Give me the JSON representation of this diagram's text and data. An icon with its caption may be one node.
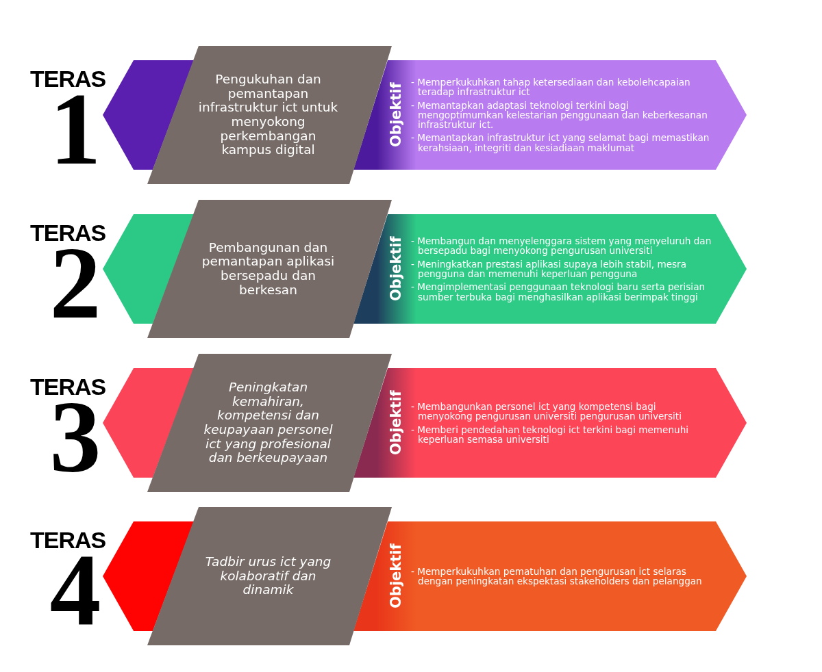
{
  "diagram": {
    "nodes": [
      {
        "text": [
          "Pengukuhan dan pemantapan infrastruktur ict untuk menyokong perkembangan kampus digital"
        ]
      },
      {
        "text": [
          "Objektif",
          "- Memperkukuhkan tahap ketersediaan dan kebolehcapaian teradap infrastruktur ict",
          "- Memantapkan adaptasi teknologi terkini bagi mengoptimumkan kelestarian penggunaan dan keberkesanan infrastruktur ict.",
          "- Memantapkan infrastruktur ict yang selamat bagi  memastikan kerahsiaan, integriti dan kesiadiaan  maklumat"
        ],
        "beside": [
          "TERAS",
          "1"
        ]
      },
      {
        "text": [
          "Pembangunan dan pemantapan aplikasi bersepadu dan berkesan"
        ]
      },
      {
        "text": [
          "Objektif",
          "- Membangun dan menyelenggara sistem yang menyeluruh  dan bersepadu bagi menyokong pengurusan universiti",
          "- Meningkatkan prestasi aplikasi supaya lebih stabil, mesra  pengguna dan memenuhi keperluan pengguna",
          "- Mengimplementasi penggunaan teknologi baru serta perisian sumber terbuka bagi menghasilkan aplikasi berimpak tinggi"
        ],
        "beside": [
          "TERAS",
          "2"
        ]
      },
      {
        "text": [
          "Peningkatan kemahiran, kompetensi dan keupayaan personel ict yang profesional dan berkeupayaan"
        ]
      },
      {
        "text": [
          "Objektif",
          "- Membangunkan personel ict yang kompetensi bagi menyokong pengurusan universiti  pengurusan universiti",
          "- Memberi pendedahan teknologi ict terkini bagi memenuhi keperluan semasa universiti"
        ],
        "beside": [
          "TERAS",
          "3"
        ]
      },
      {
        "text": [
          "Tadbir urus ict yang kolaboratif dan dinamik"
        ]
      },
      {
        "text": [
          "Objektif",
          "- Memperkukuhkan pematuhan dan pengurusan ict selaras dengan peningkatan ekspektasi  stakeholders dan pelanggan"
        ],
        "beside": [
          "TERAS",
          "4"
        ]
      }
    ]
  }
}
